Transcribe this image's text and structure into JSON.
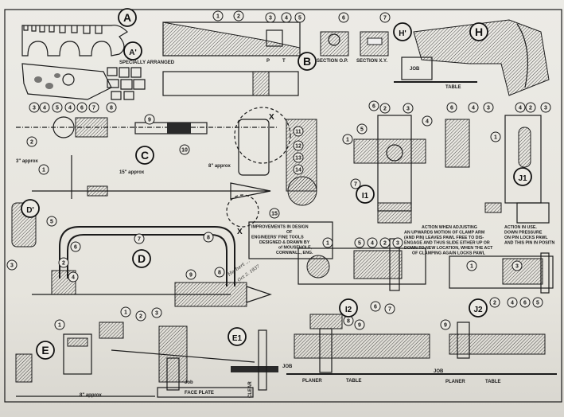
{
  "letters": [
    "A",
    "A'",
    "B",
    "C",
    "D",
    "D'",
    "E",
    "E1",
    "H",
    "H'",
    "I1",
    "J1",
    "I2",
    "J2"
  ],
  "callouts": [
    "1",
    "2",
    "3",
    "4",
    "5",
    "6",
    "7",
    "3",
    "4",
    "5",
    "4",
    "6",
    "7",
    "8",
    "2",
    "1",
    "9",
    "10",
    "11",
    "12",
    "13",
    "14",
    "15",
    "6",
    "2",
    "3",
    "5",
    "1",
    "4",
    "7",
    "6",
    "4",
    "3",
    "4",
    "2",
    "3",
    "1",
    "5",
    "6",
    "7",
    "2",
    "3",
    "4",
    "1",
    "9",
    "8",
    "1",
    "5",
    "4",
    "2",
    "3",
    "8",
    "9",
    "6",
    "7",
    "1",
    "3",
    "2",
    "4",
    "6",
    "5",
    "9",
    "1",
    "2",
    "3",
    "8"
  ],
  "labels": {
    "specially_arranged": "SPECIALLY ARRANGED",
    "section_op": "SECTION O.P.",
    "section_xy": "SECTION X.Y.",
    "job_h": "JOB",
    "table_h": "TABLE",
    "dim_3": "3\" approx",
    "dim_15": "15\" approx",
    "dim_8c": "8\" approx",
    "dim_8e": "8\" approx",
    "x_mark_c": "X",
    "x_mark_d": "X",
    "job_e": "Job",
    "face_plate": "FACE   PLATE",
    "clear": "CLEAR",
    "job_i2": "JOB",
    "planer_i2": "PLANER",
    "table_i2": "TABLE",
    "job_j2": "JOB",
    "planer_j2": "PLANER",
    "table_j2": "TABLE",
    "p": "P",
    "t": "T"
  },
  "title_block": {
    "line1": "IMPROVEMENTS IN DESIGN",
    "line2": "OF",
    "line3": "ENGINEERS' FINE TOOLS",
    "line4": "DESIGNED & DRAWN BY",
    "line5": "of MOUSEHOLE,",
    "line6": "CORNWALL, ENG.",
    "signature": "Herbert ...",
    "date": "Oct 2. 1937"
  },
  "notes": {
    "adjusting": [
      "ACTION WHEN ADJUSTING",
      "AN UPWARDS MOTION OF CLAMP ARM",
      "(AND PIN) LEAVES PAWL FREE TO DIS-",
      "ENGAGE AND THUS SLIDE EITHER UP OR",
      "DOWN TO NEW LOCATION, WHEN THE ACT",
      "OF CLAMPING AGAIN LOCKS PAWL"
    ],
    "in_use": [
      "ACTION IN USE.",
      "DOWN PRESSURE",
      "ON PIN LOCKS PAWL",
      "AND THIS PIN IN POSITN"
    ]
  }
}
